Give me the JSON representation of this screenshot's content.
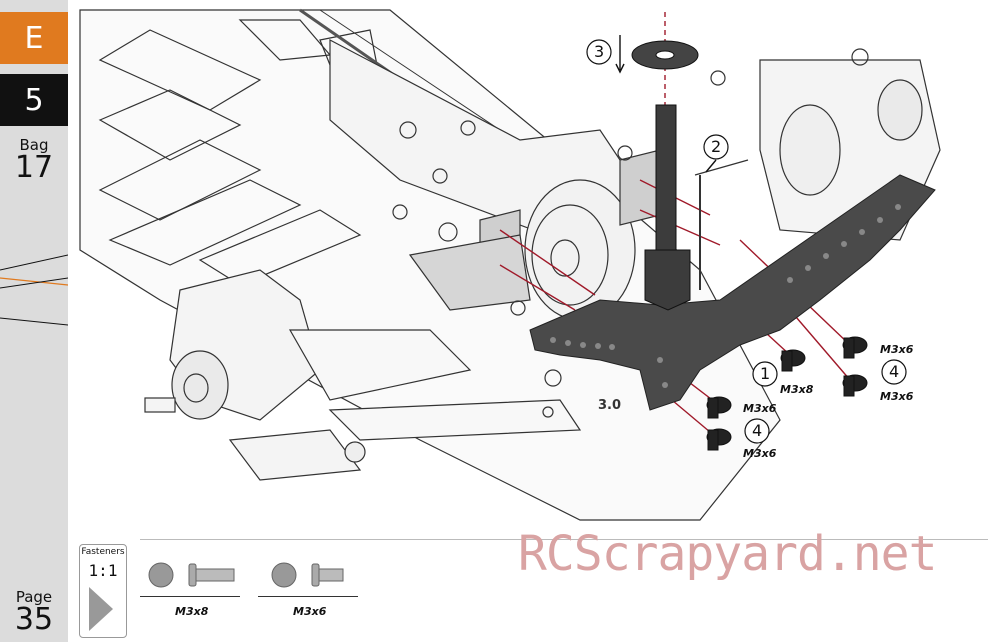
{
  "sidebar": {
    "section_letter": "E",
    "step_number": "5",
    "bag_label": "Bag",
    "bag_number": "17",
    "page_label": "Page",
    "page_number": "35"
  },
  "callouts": [
    {
      "number": "1",
      "label": "M3x8"
    },
    {
      "number": "2",
      "label": ""
    },
    {
      "number": "3",
      "label": ""
    },
    {
      "number": "4",
      "label": "M3x6"
    }
  ],
  "fastener_tags": {
    "right_top": "M3x6",
    "right_mid": "M3x6",
    "center": "M3x8",
    "lower_top": "M3x6",
    "lower_bottom": "M3x6"
  },
  "chassis_marking": "3.0",
  "fasteners_box": {
    "title": "Fasteners",
    "scale": "1:1"
  },
  "fasteners_legend": [
    {
      "size": "M3x8"
    },
    {
      "size": "M3x6"
    }
  ],
  "watermark": "RCScrapyard.net",
  "colors": {
    "section_orange": "#e07a1f",
    "step_black": "#111111",
    "sidebar_grey": "#dcdcdc",
    "guide_red": "#a01a2a"
  }
}
